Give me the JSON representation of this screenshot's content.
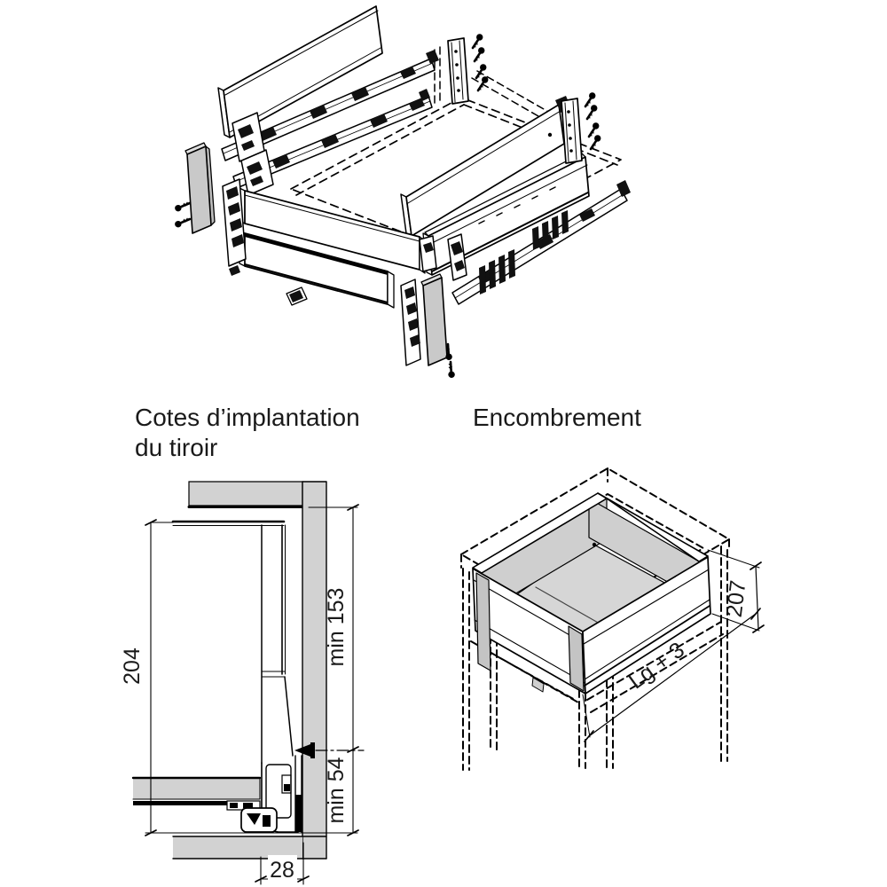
{
  "colors": {
    "line": "#000000",
    "panel_gray": "#d2d2d2",
    "cap_gray": "#c9c9c9",
    "text": "#1a1a1a"
  },
  "sections": {
    "exploded_view": {
      "kind": "exploded-drawer-assembly-drawing"
    },
    "implantation": {
      "title_line1": "Cotes d’implantation",
      "title_line2": "du tiroir",
      "dimensions": {
        "back_height": "204",
        "top_min": "min 153",
        "bottom_min": "min 54",
        "front_offset": "28"
      }
    },
    "encombrement": {
      "title": "Encombrement",
      "dimensions": {
        "height": "207",
        "width": "Lg + 3"
      }
    }
  }
}
